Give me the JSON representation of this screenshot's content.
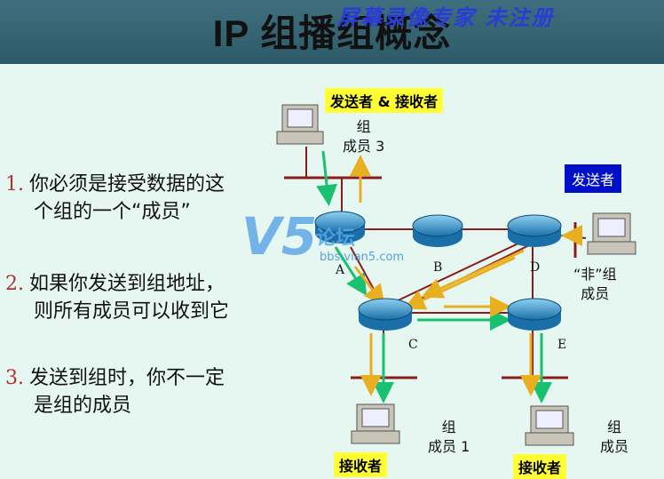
{
  "slide": {
    "title": "IP 组播组概念",
    "watermark": "屏幕录像专家 未注册"
  },
  "points": [
    {
      "num": "1.",
      "line1": "你必须是接受数据的这",
      "line2": "个组的一个“成员”"
    },
    {
      "num": "2.",
      "line1": "如果你发送到组地址，",
      "line2": "则所有成员可以收到它"
    },
    {
      "num": "3.",
      "line1": "发送到组时，你不一定",
      "line2": "是组的成员"
    }
  ],
  "diagram": {
    "label_sender_receiver": "发送者 & 接收者",
    "label_sender": "发送者",
    "label_receiver_left": "接收者",
    "label_receiver_right": "接收者",
    "group_member_3_line1": "组",
    "group_member_3_line2": "成员 3",
    "group_member_1_line1": "组",
    "group_member_1_line2": "成员 1",
    "group_member_2_line1": "组",
    "group_member_2_line2": "成员",
    "non_member_line1": "“非”组",
    "non_member_line2": "成员",
    "routers": [
      "A",
      "B",
      "C",
      "D",
      "E"
    ]
  },
  "logo": {
    "mark": "V5",
    "text": "论坛",
    "url": "bbs.vian5.com"
  },
  "colors": {
    "header": "#2d5a68",
    "background": "#e6f6f1",
    "label_yellow": "#ffff33",
    "label_blue": "#0010c8",
    "link": "#8b1c1c",
    "arrow_green": "#18c070",
    "arrow_yellow": "#e8b020"
  }
}
